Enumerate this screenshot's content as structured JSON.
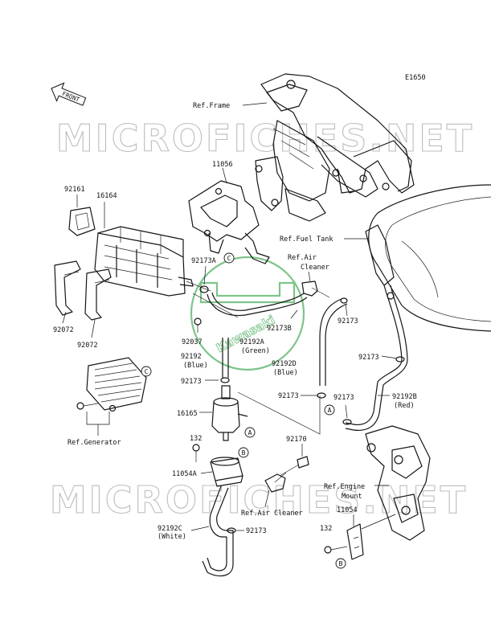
{
  "diagram_id": "E1650",
  "front_marker": "FRONT",
  "watermarks": [
    "MICROFICHES.NET",
    "MICROFICHES.NET"
  ],
  "logo_text": "Kawasaki",
  "callout_letters": [
    "C",
    "C",
    "A",
    "A",
    "B",
    "B"
  ],
  "labels": {
    "ref_frame": "Ref.Frame",
    "p11056": "11056",
    "p92161": "92161",
    "p16164": "16164",
    "ref_fuel_tank": "Ref.Fuel Tank",
    "ref_air_cleaner_1": "Ref.Air",
    "ref_air_cleaner_2": "Cleaner",
    "p92173a": "92173A",
    "p92072_1": "92072",
    "p92072_2": "92072",
    "p92173b": "92173B",
    "p92173_1": "92173",
    "p92037": "92037",
    "p92192": "92192",
    "p92192_color": "(Blue)",
    "p92192a": "92192A",
    "p92192a_color": "(Green)",
    "p92173_2": "92173",
    "p92192d": "92192D",
    "p92192d_color": "(Blue)",
    "p92173_3": "92173",
    "p92173_4": "92173",
    "p92173_5": "92173",
    "p92192b": "92192B",
    "p92192b_color": "(Red)",
    "p16165": "16165",
    "ref_generator": "Ref.Generator",
    "p132_1": "132",
    "p92170": "92170",
    "p11054a": "11054A",
    "ref_engine_mount_1": "Ref.Engine",
    "ref_engine_mount_2": "Mount",
    "p11054": "11054",
    "ref_air_cleaner_3": "Ref.Air Cleaner",
    "p92192c": "92192C",
    "p92192c_color": "(White)",
    "p92173_6": "92173",
    "p132_2": "132"
  }
}
